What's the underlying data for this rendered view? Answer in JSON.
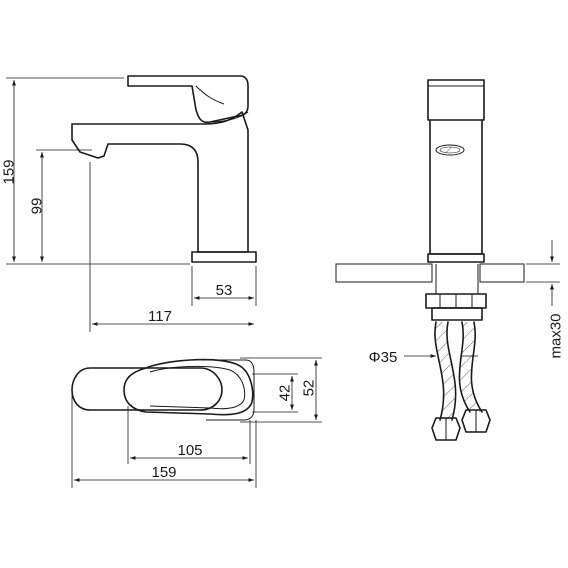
{
  "dimensions": {
    "overall_height": "159",
    "spout_height": "99",
    "base_depth": "53",
    "spout_reach": "117",
    "handle_width": "42",
    "body_width": "52",
    "base_length": "105",
    "overall_length": "159",
    "hole_diameter": "Φ35",
    "max_deck_thickness": "max30"
  }
}
